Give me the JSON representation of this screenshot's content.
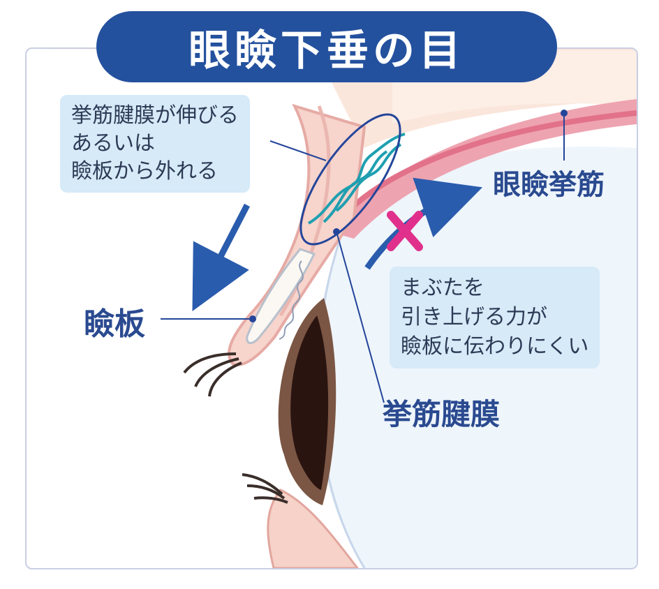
{
  "title": "眼瞼下垂の目",
  "callouts": {
    "tendon_note": [
      "挙筋腱膜が伸びる",
      "あるいは",
      "瞼板から外れる"
    ],
    "lift_note": [
      "まぶたを",
      "引き上げる力が",
      "瞼板に伝わりにくい"
    ]
  },
  "labels": {
    "levator_muscle": "眼瞼挙筋",
    "tarsus": "瞼板",
    "aponeurosis": "挙筋腱膜"
  },
  "colors": {
    "title_bg": "#24519e",
    "label_text": "#2a4a90",
    "note_bg": "#d6eaf8",
    "muscle": "#e8889a",
    "cross_mark": "#e0308c",
    "arrow": "#2a5cad",
    "iris": "#6b4a3a"
  },
  "icons": {
    "blocked_mark": "cross-mark-icon",
    "lift_arrow": "curved-arrow-icon",
    "droop_arrow": "down-left-arrow-icon"
  }
}
